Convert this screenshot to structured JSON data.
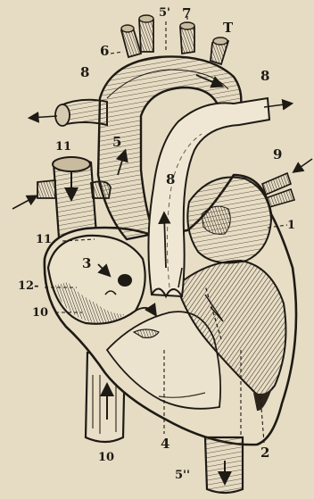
{
  "labels": {
    "l6": "6",
    "l5p_top": "5'",
    "l7": "7",
    "lT": "T",
    "l8_left": "8",
    "l8_right": "8",
    "l8_center": "8",
    "l11_upper": "11",
    "l5": "5",
    "l9": "9",
    "l11_left": "11",
    "l3": "3",
    "l12": "12-",
    "l1": "1",
    "l10_left": "10",
    "l4": "4",
    "l10_bottom": "10",
    "l5pp": "5''",
    "l2": "2"
  }
}
